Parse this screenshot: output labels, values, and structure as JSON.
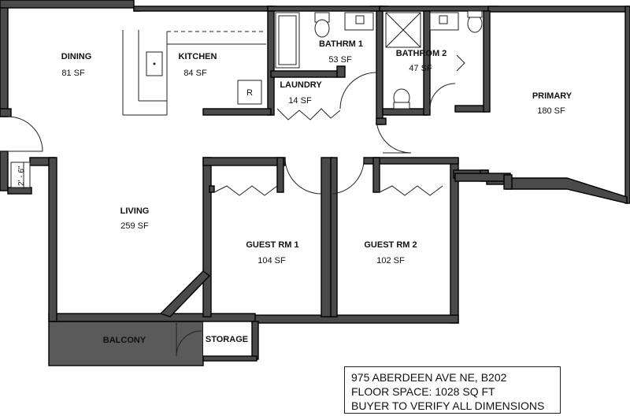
{
  "rooms": {
    "dining": {
      "name": "DINING",
      "area": "81 SF"
    },
    "kitchen": {
      "name": "KITCHEN",
      "area": "84 SF"
    },
    "bathroom1": {
      "name": "BATHRM 1",
      "area": "53 SF"
    },
    "bathroom2": {
      "name": "BATHROM 2",
      "area": "47 SF"
    },
    "laundry": {
      "name": "LAUNDRY",
      "area": "14 SF"
    },
    "primary": {
      "name": "PRIMARY",
      "area": "180 SF"
    },
    "living": {
      "name": "LIVING",
      "area": "259 SF"
    },
    "guest1": {
      "name": "GUEST RM 1",
      "area": "104 SF"
    },
    "guest2": {
      "name": "GUEST RM 2",
      "area": "102 SF"
    },
    "balcony": {
      "name": "BALCONY"
    },
    "storage": {
      "name": "STORAGE"
    }
  },
  "appliances": {
    "refrigerator": "R"
  },
  "dimensions": {
    "closet_width": "2' - 6\""
  },
  "info": {
    "address": "975 ABERDEEN AVE NE, B202",
    "floor_space": "FLOOR SPACE: 1028 SQ FT",
    "disclaimer": "BUYER TO VERIFY ALL DIMENSIONS"
  },
  "colors": {
    "wall": "#4a4a4a",
    "balcony": "#5a5a5a",
    "background": "#ffffff"
  }
}
